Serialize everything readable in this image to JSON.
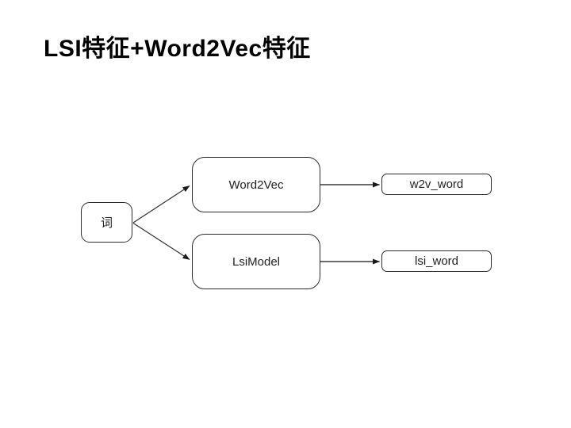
{
  "slide": {
    "title": "LSI特征+Word2Vec特征",
    "background_color": "#ffffff"
  },
  "diagram": {
    "nodes": [
      {
        "id": "word",
        "label": "词",
        "shape": "rounded-rect"
      },
      {
        "id": "word2vec",
        "label": "Word2Vec",
        "shape": "rounded-rect"
      },
      {
        "id": "lsimodel",
        "label": "LsiModel",
        "shape": "rounded-rect"
      },
      {
        "id": "w2v_word",
        "label": "w2v_word",
        "shape": "rect"
      },
      {
        "id": "lsi_word",
        "label": "lsi_word",
        "shape": "rect"
      }
    ],
    "edges": [
      {
        "from": "word",
        "to": "word2vec",
        "style": "arrow"
      },
      {
        "from": "word",
        "to": "lsimodel",
        "style": "arrow"
      },
      {
        "from": "word2vec",
        "to": "w2v_word",
        "style": "arrow"
      },
      {
        "from": "lsimodel",
        "to": "lsi_word",
        "style": "arrow"
      }
    ],
    "colors": {
      "node_border": "#2b2b2b",
      "node_fill": "#ffffff",
      "arrow_stroke": "#303030",
      "text": "#1f1f1f",
      "title_text": "#000000"
    }
  }
}
